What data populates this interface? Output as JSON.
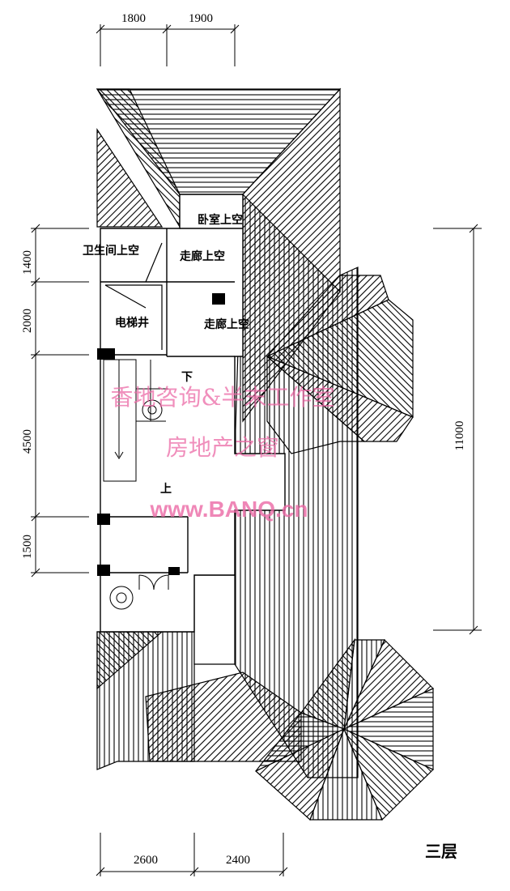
{
  "dimensions": {
    "top": [
      "1800",
      "1900"
    ],
    "left": [
      "1400",
      "2000",
      "4500",
      "1500"
    ],
    "right": "11000",
    "bottom": [
      "2600",
      "2400"
    ]
  },
  "rooms": {
    "bedroom_void": "卧室上空",
    "bathroom_void": "卫生间上空",
    "corridor_void_1": "走廊上空",
    "corridor_void_2": "走廊上空",
    "elevator_shaft": "电梯井"
  },
  "stairs": {
    "down": "下",
    "up": "上"
  },
  "floor_label": "三层",
  "watermark": {
    "line1": "香地咨询&半末工作室",
    "line2": "房地产之窗",
    "url": "www.BANQ.cn"
  }
}
